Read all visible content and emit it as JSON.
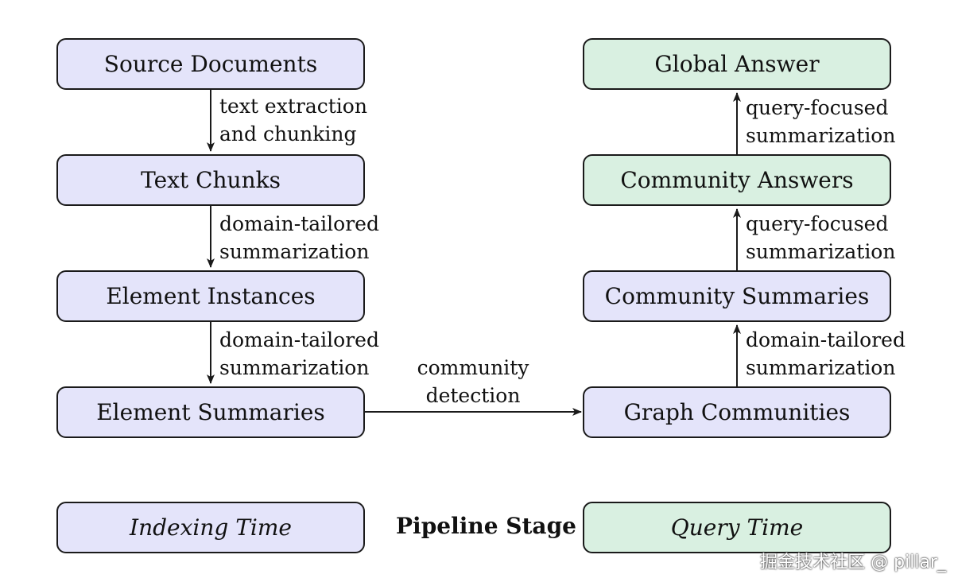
{
  "nodes": {
    "source_documents": "Source Documents",
    "text_chunks": "Text Chunks",
    "element_instances": "Element Instances",
    "element_summaries": "Element Summaries",
    "graph_communities": "Graph Communities",
    "community_summaries": "Community Summaries",
    "community_answers": "Community Answers",
    "global_answer": "Global Answer"
  },
  "edges": {
    "text_extraction": [
      "text extraction",
      "and chunking"
    ],
    "domain_tailored_1": [
      "domain-tailored",
      "summarization"
    ],
    "domain_tailored_2": [
      "domain-tailored",
      "summarization"
    ],
    "community_detection": [
      "community",
      "detection"
    ],
    "domain_tailored_3": [
      "domain-tailored",
      "summarization"
    ],
    "query_focused_1": [
      "query-focused",
      "summarization"
    ],
    "query_focused_2": [
      "query-focused",
      "summarization"
    ]
  },
  "legend": {
    "indexing_time": "Indexing Time",
    "pipeline_stage": "Pipeline Stage",
    "query_time": "Query Time"
  },
  "colors": {
    "indexing_fill": "#e4e4fa",
    "query_fill": "#d9f0e1",
    "stroke": "#1a1a1a"
  },
  "watermark": "掘金技术社区 @ pillar_"
}
